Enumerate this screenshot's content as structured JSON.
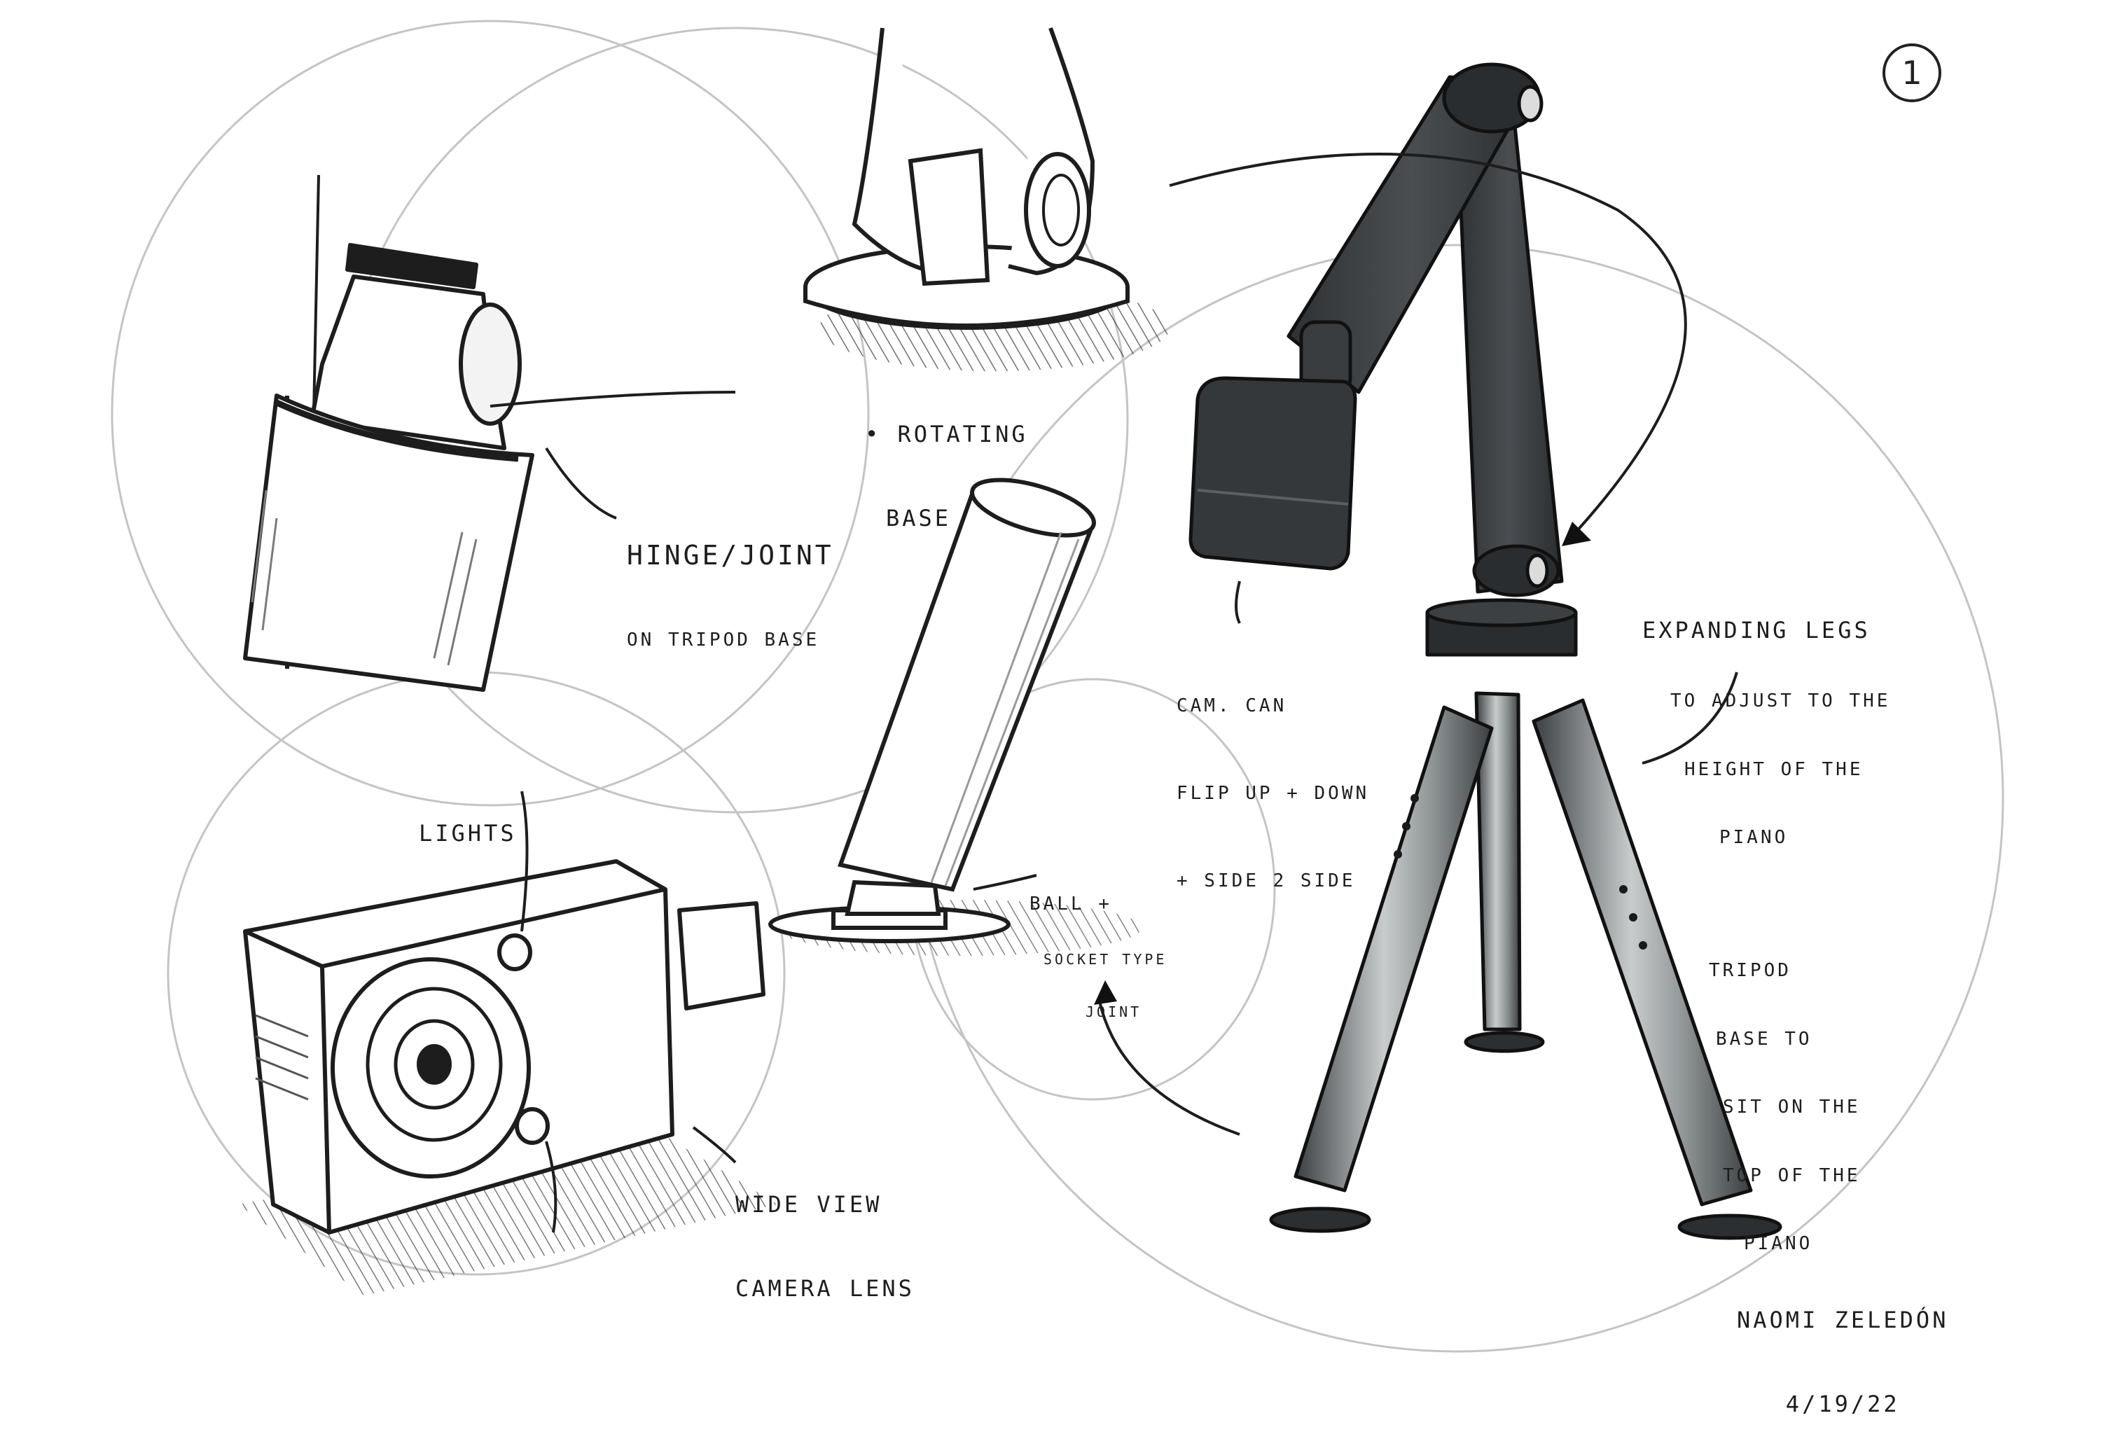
{
  "sheet": {
    "page_number": "1",
    "ink_color": "#1d1d1d",
    "guide_color": "#bdbdbd",
    "device_color": "#3a3d3f"
  },
  "notes": {
    "hinge_line1": "HINGE/JOINT",
    "hinge_line2": "ON TRIPOD BASE",
    "rotating_line1": "• ROTATING",
    "rotating_line2": "BASE",
    "cam_line1": "CAM. CAN",
    "cam_line2": "FLIP UP + DOWN",
    "cam_line3": "+ SIDE 2 SIDE",
    "legs_line1": "EXPANDING LEGS",
    "legs_line2": "TO ADJUST TO THE",
    "legs_line3": "HEIGHT OF THE",
    "legs_line4": "PIANO",
    "lights": "LIGHTS",
    "ball_line1": "BALL +",
    "ball_line2": "SOCKET TYPE",
    "ball_line3": "JOINT",
    "tripod_line1": "TRIPOD",
    "tripod_line2": "BASE TO",
    "tripod_line3": "SIT ON THE",
    "tripod_line4": "TOP OF THE",
    "tripod_line5": "PIANO",
    "wide_line1": "WIDE VIEW",
    "wide_line2": "CAMERA LENS"
  },
  "signature": {
    "name": "NAOMI ZELEDÓN",
    "date": "4/19/22"
  }
}
